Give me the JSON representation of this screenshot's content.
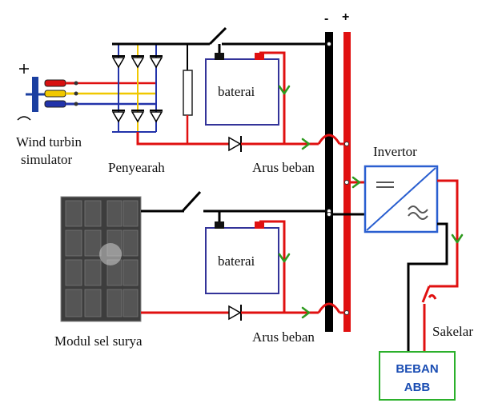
{
  "labels": {
    "wind_turbine": "Wind turbin",
    "wind_simulator": "simulator",
    "rectifier": "Penyearah",
    "battery_top": "baterai",
    "battery_bottom": "baterai",
    "load_current_top": "Arus beban",
    "load_current_bottom": "Arus beban",
    "inverter": "Invertor",
    "solar_module": "Modul sel surya",
    "switch": "Sakelar",
    "load_line1": "BEBAN",
    "load_line2": "ABB",
    "bus_negative": "-",
    "bus_positive": "+"
  },
  "colors": {
    "negative_wire": "#000000",
    "positive_wire": "#e01010",
    "phase_yellow": "#f0c800",
    "phase_blue": "#2233aa",
    "arrow": "#2e9a1e",
    "inverter_border": "#2a5fd0",
    "load_border": "#2bb02b",
    "load_text": "#1a4db3"
  }
}
